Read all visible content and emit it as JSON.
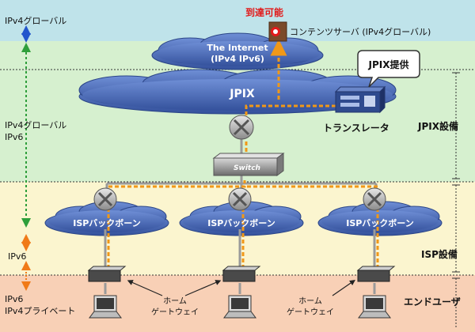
{
  "zones": {
    "ipv4_global": "IPv4グローバル",
    "ipv4_global_ipv6_line1": "IPv4グローバル",
    "ipv4_global_ipv6_line2": "IPv6",
    "ipv6": "IPv6",
    "ipv6_private_line1": "IPv6",
    "ipv6_private_line2": "IPv4プライベート"
  },
  "right_labels": {
    "jpix_equipment": "JPIX設備",
    "isp_equipment": "ISP設備",
    "end_user": "エンドユーザ"
  },
  "nodes": {
    "reachable": "到達可能",
    "content_server": "コンテンツサーバ (IPv4グローバル)",
    "internet_line1": "The Internet",
    "internet_line2": "(IPv4 IPv6)",
    "jpix_provided": "JPIX提供",
    "jpix": "JPIX",
    "translator": "トランスレータ",
    "switch": "Switch",
    "isp_backbone": "ISPバックボーン",
    "home_gateway_line1": "ホーム",
    "home_gateway_line2": "ゲートウェイ"
  },
  "colors": {
    "band_ipv4": "#bfe3ea",
    "band_v6": "#d6f0cf",
    "band_ipv6": "#fbf5cf",
    "band_user": "#f8d0b6",
    "cloud": "#4a69b5",
    "path_orange": "#f09818",
    "arrow_blue": "#2255cc",
    "arrow_green": "#2e9e3a",
    "arrow_orange": "#f07a18"
  }
}
